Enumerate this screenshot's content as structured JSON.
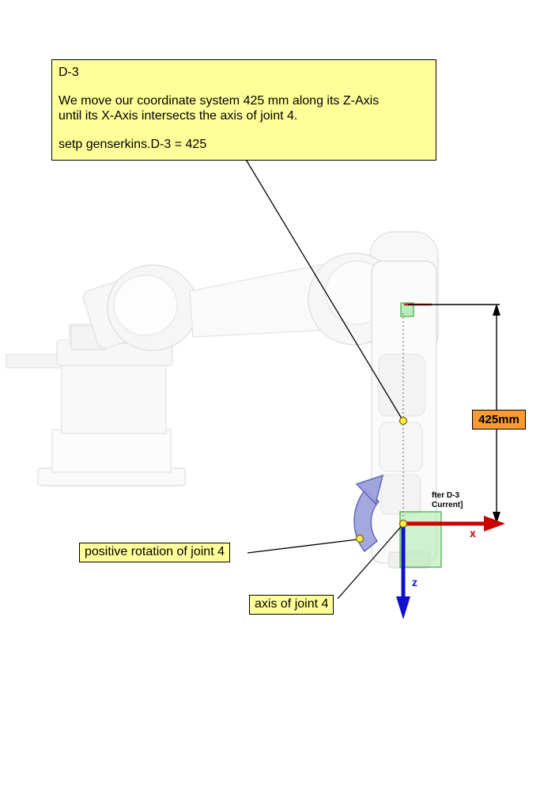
{
  "colors": {
    "background": "#ffffff",
    "callout_bg": "#ffff99",
    "callout_border": "#000000",
    "dim_label_bg": "#ff9933",
    "x_axis_red": "#cc0000",
    "z_axis_blue": "#1111cc",
    "rotation_arrow_fill": "#9aa0dd",
    "rotation_arrow_stroke": "#6666bb",
    "frame_green_fill": "#aaeaaa",
    "frame_green_stroke": "#44aa44",
    "marker_yellow": "#ffee44"
  },
  "callout": {
    "title": "D-3",
    "line1": "We move our coordinate system  425 mm along its Z-Axis",
    "line2": "until its X-Axis intersects the axis of joint 4.",
    "code": "setp genserkins.D-3 = 425"
  },
  "dimension": {
    "label": "425mm"
  },
  "labels": {
    "rotation": "positive rotation of joint 4",
    "axis": "axis of joint 4"
  },
  "frames": {
    "after_line1": "fter D-3",
    "after_line2": "Current]"
  },
  "axes": {
    "x": "x",
    "z": "z"
  }
}
